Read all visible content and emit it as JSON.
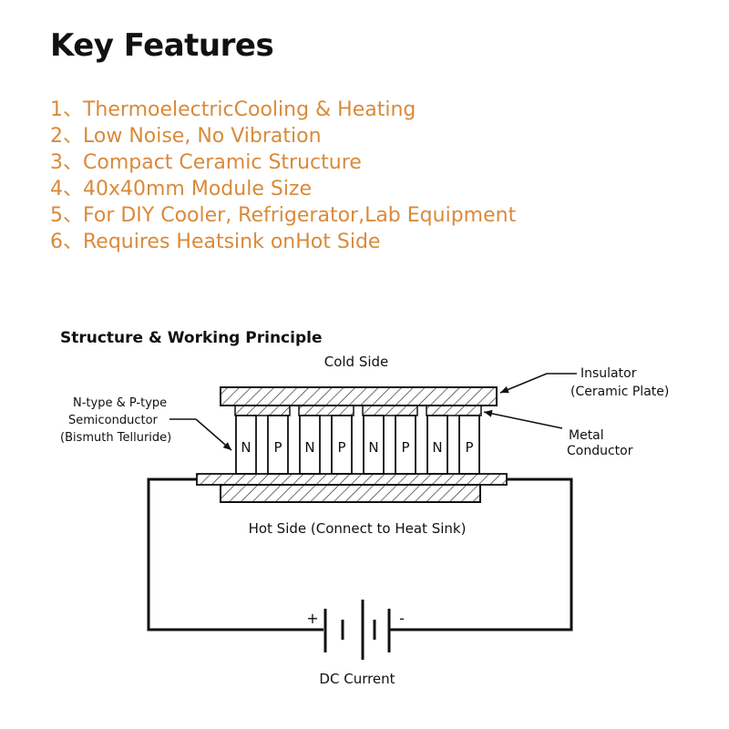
{
  "title": "Key Features",
  "features": [
    "1、ThermoelectricCooling & Heating",
    "2、Low Noise, No Vibration",
    "3、Compact Ceramic Structure",
    "4、40x40mm Module Size",
    "5、For DIY Cooler, Refrigerator,Lab Equipment",
    "6、Requires Heatsink onHot Side"
  ],
  "diagram": {
    "heading": "Structure & Working Principle",
    "cold_side": "Cold Side",
    "hot_side": "Hot Side (Connect to Heat Sink)",
    "insulator_line1": "Insulator",
    "insulator_line2": "(Ceramic Plate)",
    "metal_line1": "Metal",
    "metal_line2": "Conductor",
    "semi_line1": "N-type & P-type",
    "semi_line2": "Semiconductor",
    "semi_line3": "(Bismuth Telluride)",
    "pellets": [
      "N",
      "P",
      "N",
      "P",
      "N",
      "P",
      "N",
      "P"
    ],
    "plus": "+",
    "minus": "-",
    "dc_current": "DC Current"
  },
  "colors": {
    "accent": "#d98a3a",
    "ink": "#111111"
  }
}
